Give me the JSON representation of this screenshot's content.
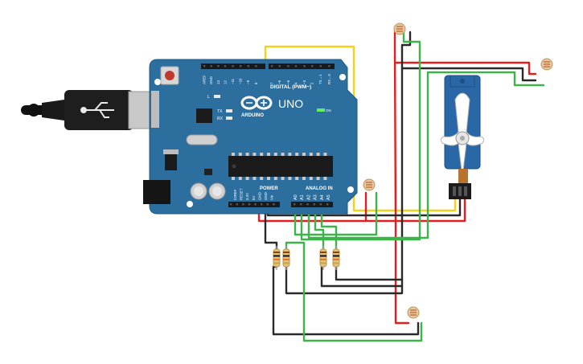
{
  "board": {
    "brand_word": "ARDUINO",
    "model": "UNO",
    "digital_header": "DIGITAL (PWM~)",
    "power_header": "POWER",
    "analog_header": "ANALOG IN",
    "led_l": "L",
    "led_tx": "TX",
    "led_rx": "RX",
    "on_label": "ON",
    "top_pins": [
      "AREF",
      "GND",
      "13",
      "12",
      "~11",
      "~10",
      "~9",
      "8",
      "7",
      "~6",
      "~5",
      "4",
      "~3",
      "2",
      "TX→1",
      "RX←0"
    ],
    "power_pins": [
      "IOREF",
      "RESET",
      "3.3V",
      "5V",
      "GND",
      "GND",
      "Vin"
    ],
    "analog_pins": [
      "A0",
      "A1",
      "A2",
      "A3",
      "A4",
      "A5"
    ]
  },
  "colors": {
    "board": "#2c6f9e",
    "wire_red": "#e02020",
    "wire_black": "#2a2a2a",
    "wire_green": "#3cb44a",
    "wire_yellow": "#f2d21b",
    "servo": "#2a67a6"
  },
  "components": {
    "usb_cable": "usb-cable",
    "dc_jack": "power-jack",
    "servo": "servo-motor",
    "photoresistors": 4,
    "resistors": 4
  }
}
